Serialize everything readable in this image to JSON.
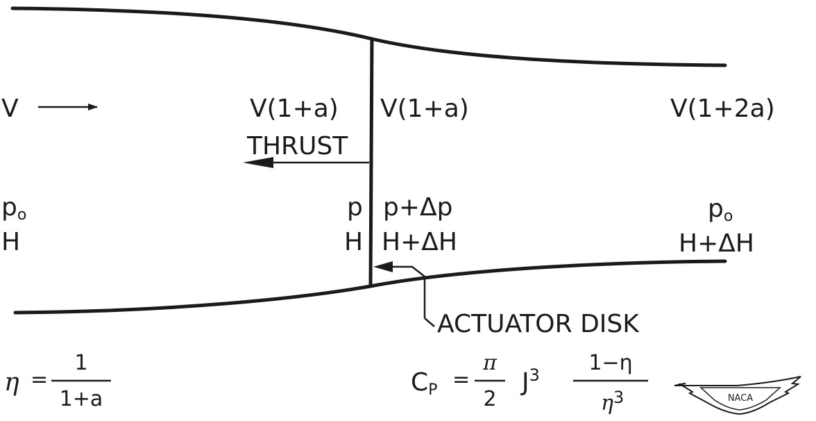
{
  "labels": {
    "inflow_velocity": "V",
    "upstream_disk_velocity": "V(1+a)",
    "downstream_disk_velocity": "V(1+a)",
    "wake_velocity": "V(1+2a)",
    "thrust": "THRUST",
    "pressure_symbol": "p",
    "freestream_subscript": "o",
    "total_head": "H",
    "disk_pressure_front": "p",
    "disk_head_front": "H",
    "disk_pressure_back": "p+Δp",
    "disk_head_back": "H+ΔH",
    "wake_head": "H+ΔH",
    "actuator_disk": "ACTUATOR DISK"
  },
  "equations": {
    "efficiency": {
      "lhs": "η",
      "equals": "=",
      "numerator": "1",
      "denominator": "1+a"
    },
    "power_coefficient": {
      "lhs_base": "C",
      "lhs_subscript": "P",
      "equals": "=",
      "pi_numerator": "π",
      "pi_denominator": "2",
      "j_base": "J",
      "j_exponent": "3",
      "numerator": "1−η",
      "denominator_base": "η",
      "denominator_exponent": "3"
    }
  },
  "logo": {
    "text": "NACA"
  },
  "colors": {
    "ink": "#1a1a1a",
    "background": "#ffffff"
  }
}
